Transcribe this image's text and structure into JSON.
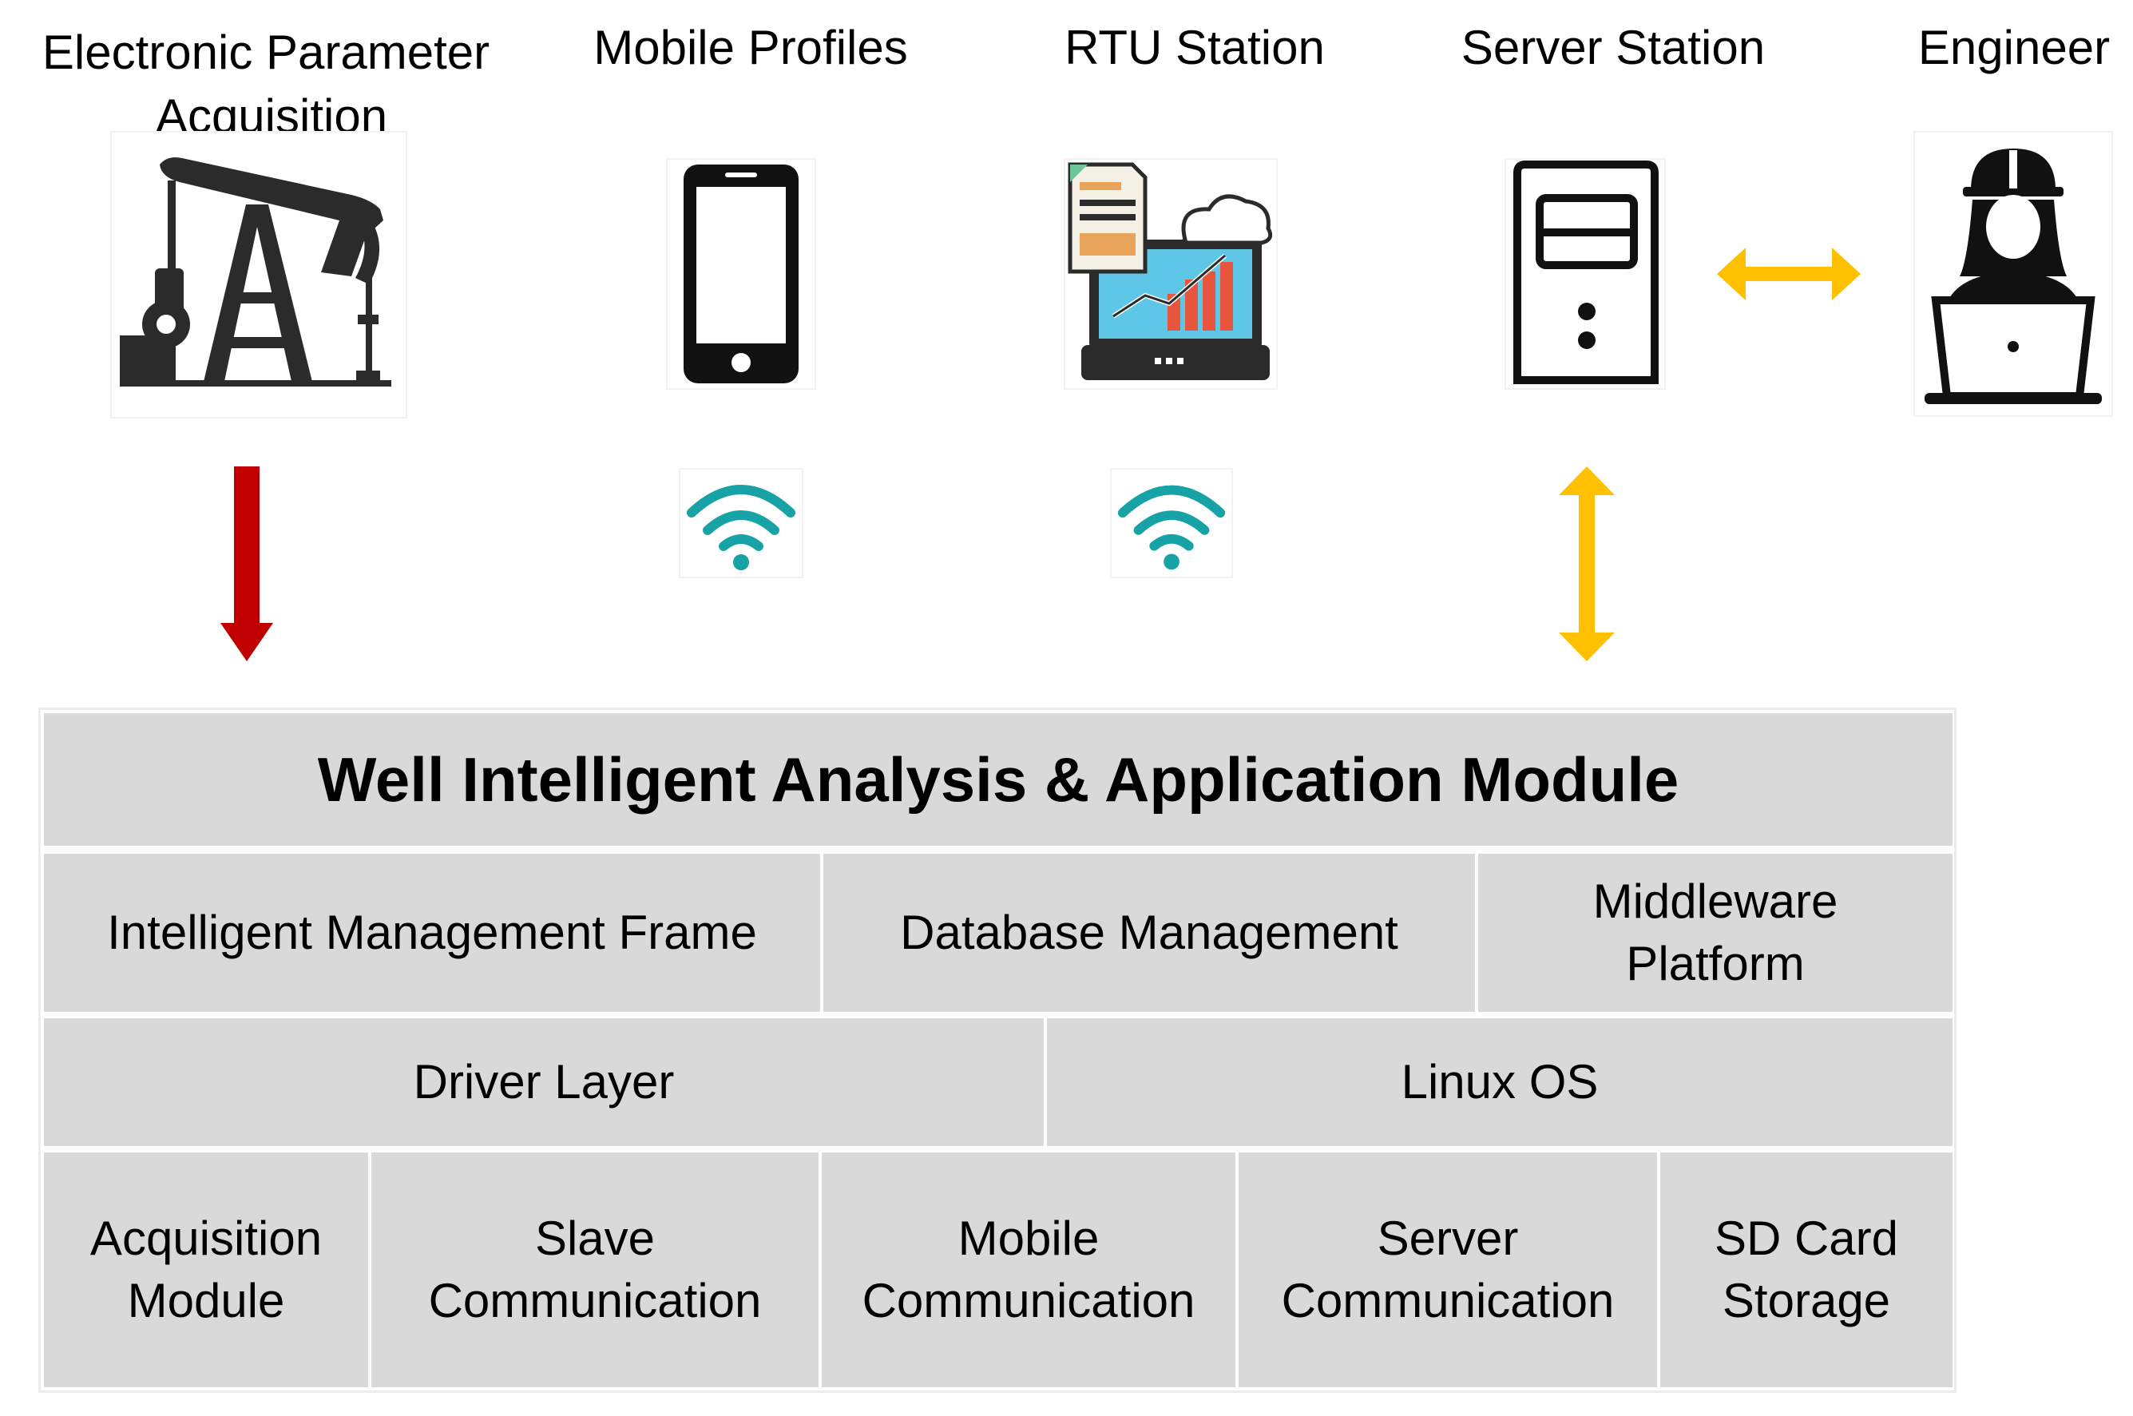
{
  "labels": {
    "electronic_parameter": "Electronic Parameter",
    "acquisition": "Acquisition",
    "mobile_profiles": "Mobile Profiles",
    "rtu_station": "RTU Station",
    "server_station": "Server Station",
    "engineer": "Engineer"
  },
  "module": {
    "title": "Well Intelligent Analysis & Application Module",
    "row2": {
      "intelligent_management_frame": "Intelligent Management Frame",
      "database_management": "Database Management",
      "middleware_platform": "Middleware\nPlatform"
    },
    "row3": {
      "driver_layer": "Driver Layer",
      "linux_os": "Linux OS"
    },
    "row4": {
      "acquisition_module": "Acquisition\nModule",
      "slave_communication": "Slave\nCommunication",
      "mobile_communication": "Mobile\nCommunication",
      "server_communication": "Server\nCommunication",
      "sd_card_storage": "SD Card\nStorage"
    }
  },
  "colors": {
    "cell_fill": "#d9d9d9",
    "red_arrow": "#c00000",
    "gold_arrow": "#ffc000",
    "wifi": "#17a2a6"
  },
  "icons": [
    "oil-pump-jack-icon",
    "smartphone-icon",
    "wifi-icon",
    "rtu-laptop-icon",
    "server-tower-icon",
    "engineer-icon"
  ]
}
